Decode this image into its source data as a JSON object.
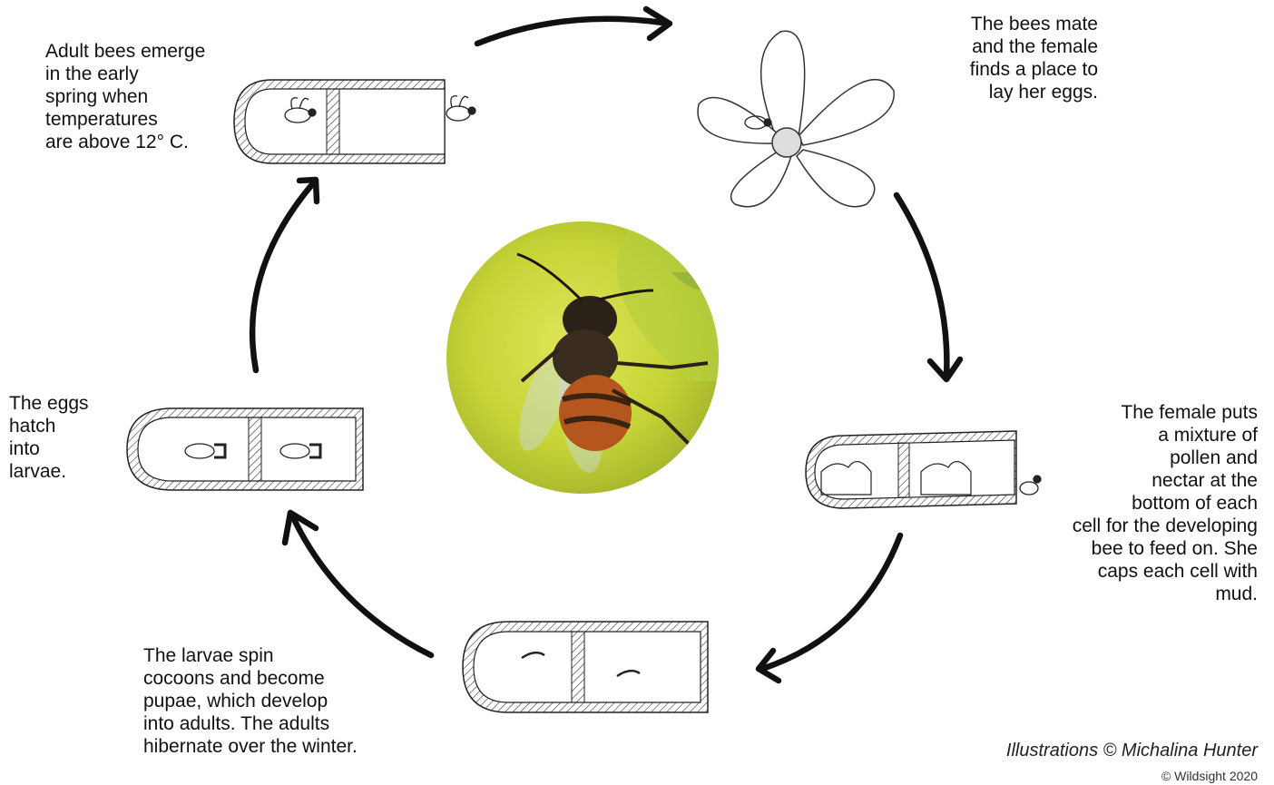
{
  "stages": [
    {
      "id": "emerge",
      "text": "Adult bees emerge\nin the early\nspring when\ntemperatures\nare above 12° C."
    },
    {
      "id": "mate",
      "text": "The bees mate\nand the female\nfinds a place to\nlay her eggs."
    },
    {
      "id": "provision",
      "text": "The female puts\na mixture of\npollen and\nnectar at the\nbottom of each\ncell for the developing\nbee to feed on. She\ncaps each cell with\nmud."
    },
    {
      "id": "pupae",
      "text": "The larvae spin\ncocoons and become\npupae, which develop\ninto adults. The adults\nhibernate over the winter."
    },
    {
      "id": "hatch",
      "text": "The eggs\nhatch\ninto\nlarvae."
    }
  ],
  "credit": "Illustrations © Michalina Hunter",
  "copyright": "© Wildsight 2020",
  "colors": {
    "ink": "#111111",
    "photo_leaf": "#c8d63a",
    "bee_body": "#2a2218",
    "bee_abdomen": "#b5561e"
  }
}
